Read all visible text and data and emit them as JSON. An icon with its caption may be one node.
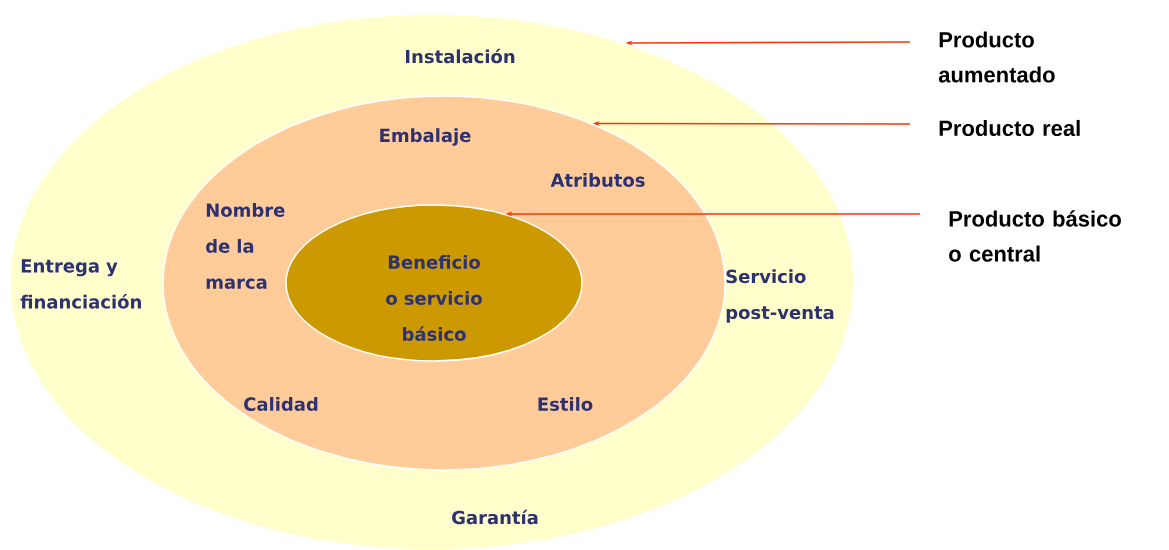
{
  "diagram": {
    "nodes": [
      {
        "text": [
          "Instalación",
          "Entrega y financiación",
          "Servicio post-venta",
          "Garantía"
        ]
      },
      {
        "text": [
          "Embalaje",
          "Atributos",
          "Nombre de la marca",
          "Calidad",
          "Estilo"
        ],
        "in": 0
      },
      {
        "text": [
          "Beneficio o servicio básico"
        ],
        "in": 1
      },
      {
        "text": [
          "Producto aumentado"
        ]
      },
      {
        "text": [
          "Producto real"
        ]
      },
      {
        "text": [
          "Producto básico o central"
        ]
      }
    ],
    "edges": [
      {
        "from": 3,
        "to": 0,
        "arrow": "to",
        "color": "#ff3300"
      },
      {
        "from": 4,
        "to": 1,
        "arrow": "to",
        "color": "#ff3300"
      },
      {
        "from": 5,
        "to": 2,
        "arrow": "to",
        "color": "#ff3300"
      }
    ]
  }
}
